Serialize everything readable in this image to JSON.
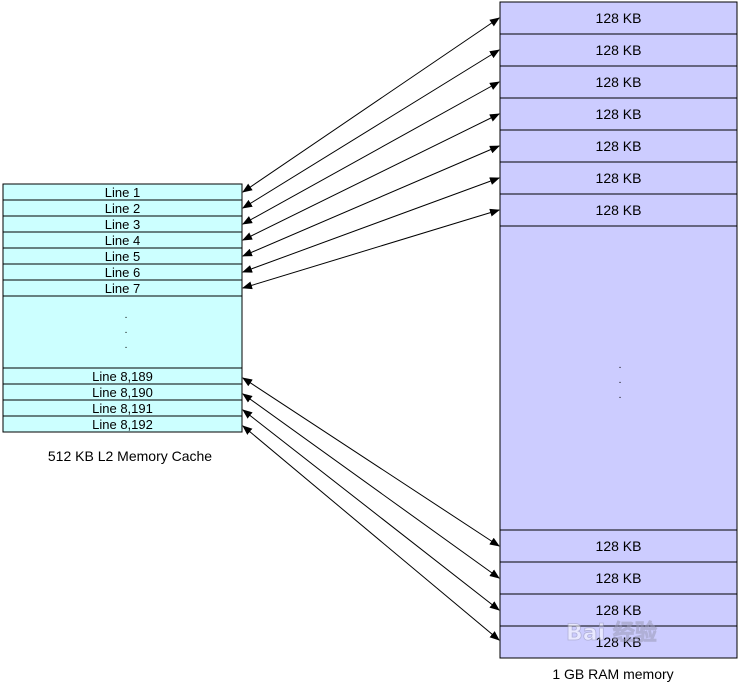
{
  "cache": {
    "caption": "512 KB L2 Memory Cache",
    "top_lines": [
      "Line 1",
      "Line 2",
      "Line 3",
      "Line 4",
      "Line 5",
      "Line 6",
      "Line 7"
    ],
    "ellipsis": ".\n.\n.",
    "bottom_lines": [
      "Line 8,189",
      "Line 8,190",
      "Line 8,191",
      "Line 8,192"
    ],
    "fill_color": "#ccffff"
  },
  "ram": {
    "caption": "1 GB RAM memory",
    "top_blocks": [
      "128 KB",
      "128 KB",
      "128 KB",
      "128 KB",
      "128 KB",
      "128 KB",
      "128 KB"
    ],
    "ellipsis": ".\n.\n.",
    "bottom_blocks": [
      "128 KB",
      "128 KB",
      "128 KB",
      "128 KB"
    ],
    "fill_color": "#ccccff"
  },
  "watermark": "Bai 经验"
}
